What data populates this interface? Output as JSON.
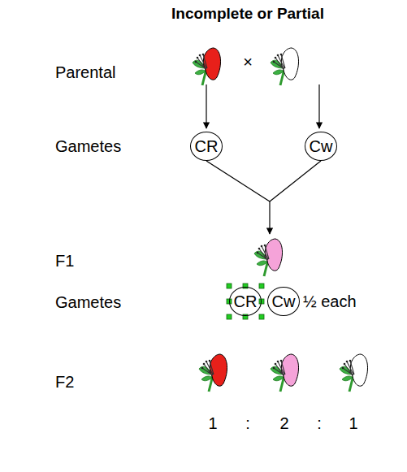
{
  "diagram": {
    "title": "Incomplete or Partial",
    "nodes": [
      {
        "text": [
          "CR"
        ]
      },
      {
        "text": [
          "Cw"
        ]
      },
      {
        "text": [
          "CR"
        ]
      },
      {
        "text": [
          "Cw"
        ]
      }
    ],
    "labels": [
      "Parental",
      "×",
      "Gametes",
      "F1",
      "Gametes",
      "½ each",
      "F2",
      "1",
      ":",
      "2",
      ":",
      "1"
    ]
  }
}
